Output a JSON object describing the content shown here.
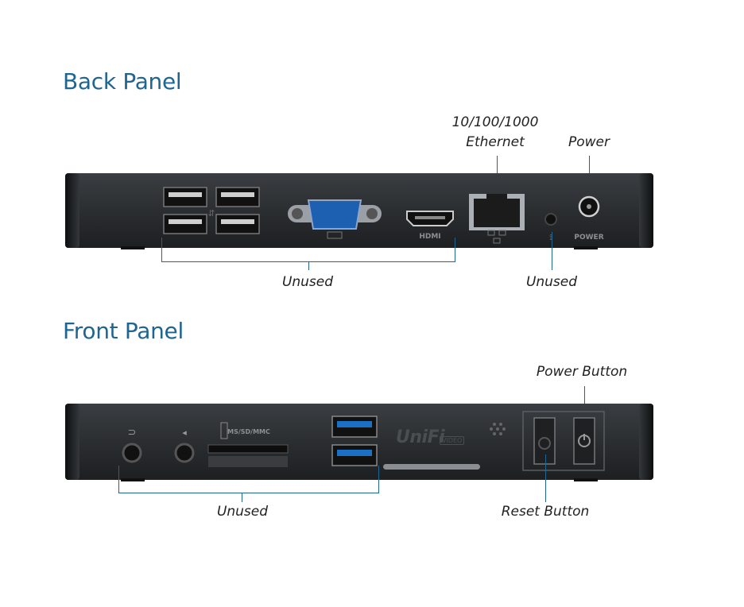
{
  "back_panel": {
    "title": "Back Panel",
    "callouts": {
      "ethernet_line1": "10/100/1000",
      "ethernet_line2": "Ethernet",
      "power": "Power",
      "unused_left": "Unused",
      "unused_right": "Unused"
    },
    "port_labels": {
      "hdmi": "HDMI",
      "power": "POWER"
    }
  },
  "front_panel": {
    "title": "Front Panel",
    "callouts": {
      "power_button": "Power Button",
      "reset_button": "Reset Button",
      "unused": "Unused"
    },
    "port_labels": {
      "card_reader": "MS/SD/MMC",
      "brand": "UniFi",
      "brand_badge": "VIDEO"
    }
  },
  "colors": {
    "title": "#1f6592",
    "callout_line": "#1f6592",
    "device_body": "#2a2d30",
    "usb3_blue": "#1b6fc4",
    "vga_blue": "#1d5fb0"
  }
}
